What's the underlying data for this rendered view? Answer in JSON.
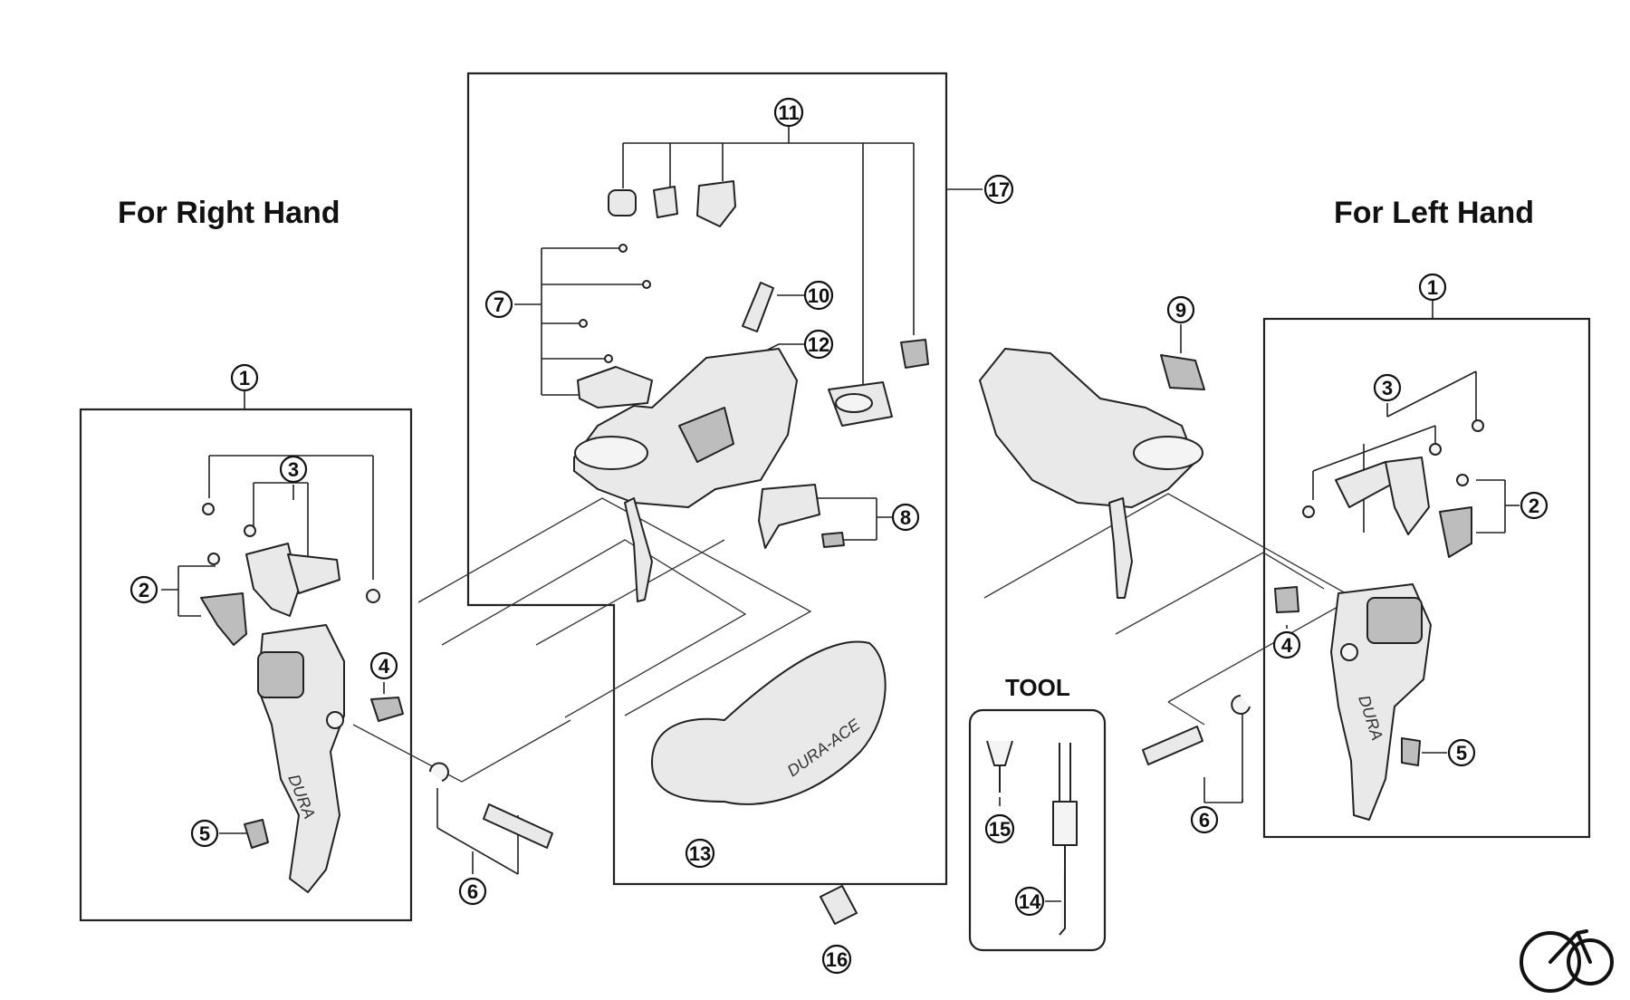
{
  "headings": {
    "right_hand": "For Right Hand",
    "left_hand": "For Left Hand",
    "tool": "TOOL"
  },
  "callouts": {
    "c1_right": "1",
    "c1_left": "1",
    "c2_right": "2",
    "c2_left": "2",
    "c3_right": "3",
    "c3_left": "3",
    "c4_right": "4",
    "c4_left": "4",
    "c5_right": "5",
    "c5_left": "5",
    "c6_right": "6",
    "c6_left": "6",
    "c7": "7",
    "c8": "8",
    "c9": "9",
    "c10": "10",
    "c11": "11",
    "c12": "12",
    "c13": "13",
    "c14": "14",
    "c15": "15",
    "c16": "16",
    "c17": "17"
  },
  "hood_brand": "DURA-ACE",
  "lever_brand": "DURA",
  "bike_icon": "bicycle-icon"
}
